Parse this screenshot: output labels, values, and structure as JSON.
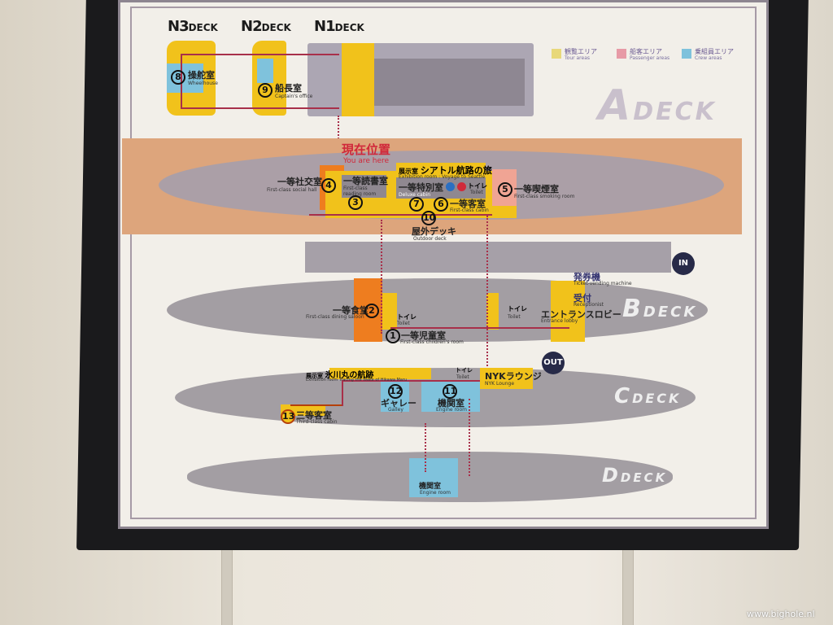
{
  "title": "Hikawa Maru deck map",
  "decks": {
    "n3": {
      "big": "N3",
      "small": "DECK"
    },
    "n2": {
      "big": "N2",
      "small": "DECK"
    },
    "n1": {
      "big": "N1",
      "small": "DECK"
    },
    "a": {
      "big": "A",
      "small": "DECK"
    },
    "b": {
      "big": "B",
      "small": "DECK"
    },
    "c": {
      "big": "C",
      "small": "DECK"
    },
    "d": {
      "big": "D",
      "small": "DECK"
    }
  },
  "legend": [
    {
      "jp": "観覧エリア",
      "en": "Tour areas",
      "color": "#e8d87a"
    },
    {
      "jp": "船客エリア",
      "en": "Passenger areas",
      "color": "#e79aa6"
    },
    {
      "jp": "乗組員エリア",
      "en": "Crew areas",
      "color": "#7fc2dc"
    }
  ],
  "you_are_here": {
    "jp": "現在位置",
    "en": "You are here"
  },
  "rooms": {
    "r8": {
      "num": "8",
      "jp": "操舵室",
      "en": "Wheelhouse"
    },
    "r9": {
      "num": "9",
      "jp": "船長室",
      "en": "Captain's office"
    },
    "r4": {
      "num": "4",
      "jp": "一等社交室",
      "en": "First-class social hall"
    },
    "r3": {
      "num": "3",
      "jp": "一等読書室",
      "en": "First-class reading room"
    },
    "exhibit_a": {
      "jp_prefix": "展示室",
      "jp": "シアトル航路の旅",
      "en_prefix": "Exhibition room",
      "en": "Voyage to Seattle"
    },
    "r7": {
      "num": "7",
      "jp": "一等特別室",
      "en": "Deluxe cabin"
    },
    "r6": {
      "num": "6",
      "jp": "一等客室",
      "en": "First-class cabin"
    },
    "r5": {
      "num": "5",
      "jp": "一等喫煙室",
      "en": "First-class smoking room"
    },
    "r10": {
      "num": "10",
      "jp": "屋外デッキ",
      "en": "Outdoor deck"
    },
    "toilet_a": {
      "jp": "トイレ",
      "en": "Toilet"
    },
    "r2": {
      "num": "2",
      "jp": "一等食堂",
      "en": "First-class dining saloon"
    },
    "r1": {
      "num": "1",
      "jp": "一等児童室",
      "en": "First-class children's room"
    },
    "toilet_b1": {
      "jp": "トイレ",
      "en": "Toilet"
    },
    "toilet_b2": {
      "jp": "トイレ",
      "en": "Toilet"
    },
    "ticket": {
      "jp": "発券機",
      "en": "Ticket-vending machine"
    },
    "reception": {
      "jp": "受付",
      "en": "Receptionist"
    },
    "lobby": {
      "jp": "エントランスロビー",
      "en": "Entrance lobby"
    },
    "exhibit_c": {
      "jp_prefix": "展示室",
      "jp": "氷川丸の航跡",
      "en_prefix": "Exhibition room",
      "en": "Tracing the Wake of Hikawa Maru"
    },
    "toilet_c": {
      "jp": "トイレ",
      "en": "Toilet"
    },
    "nyk": {
      "jp": "NYKラウンジ",
      "en": "NYK Lounge"
    },
    "r12": {
      "num": "12",
      "jp": "ギャレー",
      "en": "Galley"
    },
    "r11": {
      "num": "11",
      "jp": "機関室",
      "en": "Engine room"
    },
    "r13": {
      "num": "13",
      "jp": "三等客室",
      "en": "Third-class cabin"
    },
    "engine_d": {
      "jp": "機関室",
      "en": "Engine room"
    }
  },
  "badges": {
    "in": "IN",
    "out": "OUT"
  },
  "watermark": "www.bighole.nl"
}
